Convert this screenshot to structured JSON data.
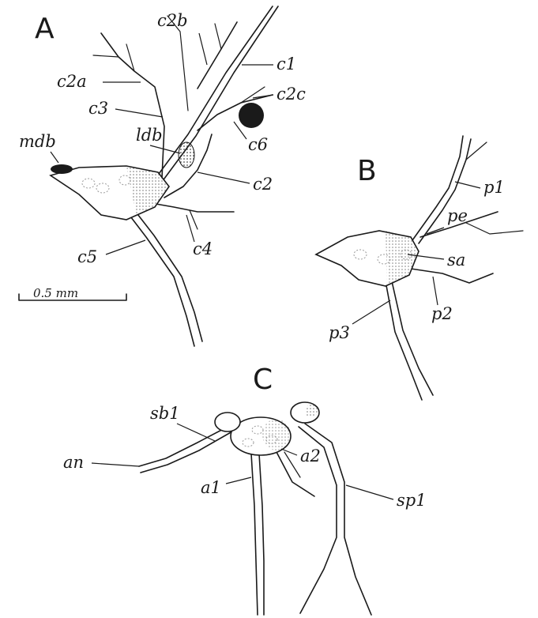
{
  "panels": {
    "a": "A",
    "b": "B",
    "c": "C"
  },
  "labels_a": {
    "c2b": "c2b",
    "c1": "c1",
    "c2a": "c2a",
    "c2c": "c2c",
    "c3": "c3",
    "mdb": "mdb",
    "ldb": "ldb",
    "c6": "c6",
    "c2": "c2",
    "c4": "c4",
    "c5": "c5"
  },
  "labels_b": {
    "p1": "p1",
    "pe": "pe",
    "sa": "sa",
    "p2": "p2",
    "p3": "p3"
  },
  "labels_c": {
    "sb1": "sb1",
    "an": "an",
    "a1": "a1",
    "a2": "a2",
    "sp1": "sp1"
  },
  "scale_bar": {
    "label": "0.5 mm"
  }
}
